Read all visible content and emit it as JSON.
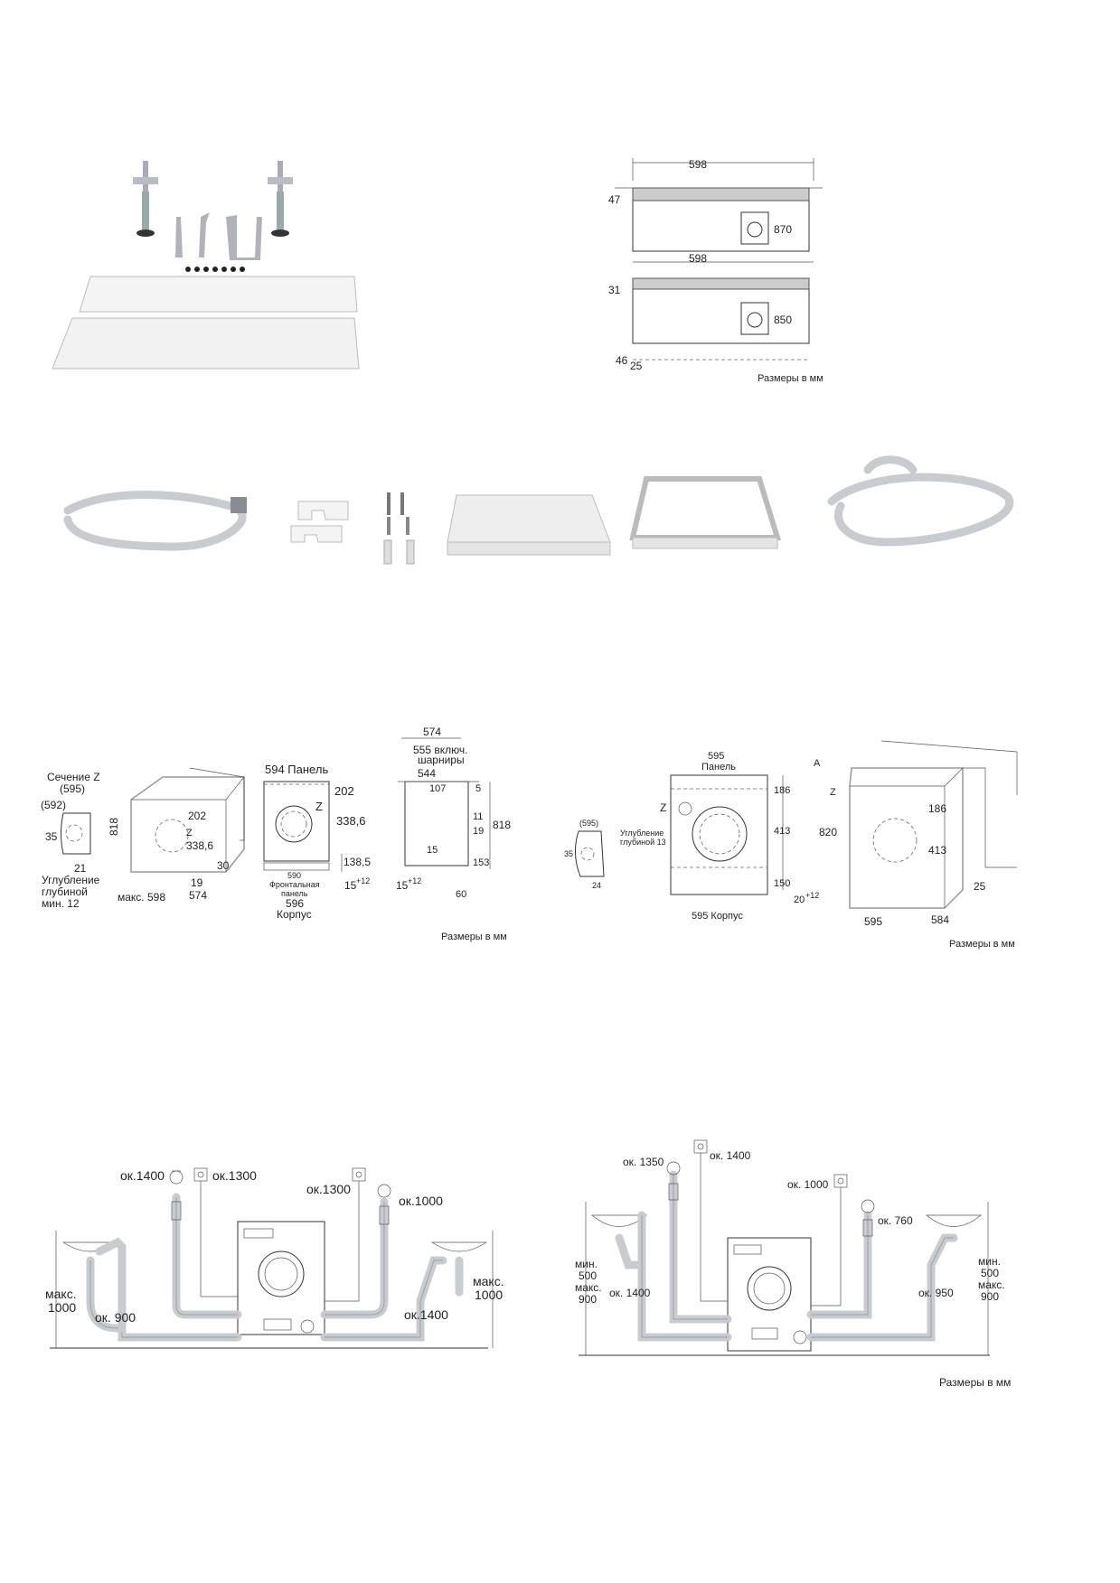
{
  "top_right": {
    "d598a": "598",
    "d47": "47",
    "d870": "870",
    "d598b": "598",
    "d31": "31",
    "d850": "850",
    "d46": "46",
    "d25": "25",
    "units": "Размеры в мм"
  },
  "left_dims": {
    "section_z": "Сечение Z",
    "d595": "(595)",
    "d592": "(592)",
    "d35": "35",
    "d21": "21",
    "recess1": "Углубление",
    "recess2": "глубиной",
    "recess3": "мин. 12",
    "d818a": "818",
    "d202a": "202",
    "z1": "Z",
    "d3386a": "338,6",
    "max598": "макс. 598",
    "d19": "19",
    "d574b": "574",
    "d30": "30",
    "panel594": "594 Панель",
    "d202b": "202",
    "z2": "Z",
    "d3386b": "338,6",
    "d1385": "138,5",
    "d590": "590",
    "front1": "Фронтальная",
    "front2": "панель",
    "d596": "596",
    "body": "Корпус",
    "d15a": "15",
    "plus12a": "+12",
    "d15b": "15",
    "plus12b": "+12",
    "d574": "574",
    "d555a": "555 включ.",
    "d555b": "шарниры",
    "d544": "544",
    "d107": "107",
    "d5": "5",
    "d11": "11",
    "d19b": "19",
    "d818b": "818",
    "d15c": "15",
    "d153": "153",
    "d60": "60",
    "units": "Размеры в мм"
  },
  "right_dims": {
    "d595p": "595",
    "panel": "Панель",
    "d186a": "186",
    "d413a": "413",
    "d150": "150",
    "d20": "20",
    "plus12": "+12",
    "d595k": "595 Корпус",
    "zl": "Z",
    "d595s": "(595)",
    "recess1": "Углубление",
    "recess2": "глубиной 13",
    "d35": "35",
    "d24": "24",
    "a": "A",
    "z": "Z",
    "d820": "820",
    "d186b": "186",
    "d413b": "413",
    "d25": "25",
    "d595b": "595",
    "d584": "584",
    "units": "Размеры в мм"
  },
  "plumb_left": {
    "ok1400a": "ок.1400",
    "ok1300a": "ок.1300",
    "ok1300b": "ок.1300",
    "ok1000": "ок.1000",
    "maxl1": "макс.",
    "maxl2": "1000",
    "maxr1": "макс.",
    "maxr2": "1000",
    "ok900": "ок. 900",
    "ok1400b": "ок.1400"
  },
  "plumb_right": {
    "ok1350": "ок. 1350",
    "ok1400a": "ок. 1400",
    "ok1000": "ок. 1000",
    "ok760": "ок. 760",
    "minl1": "мин.",
    "minl2": "500",
    "minl3": "макс.",
    "minl4": "900",
    "ok1400b": "ок. 1400",
    "ok950": "ок. 950",
    "minr1": "мин.",
    "minr2": "500",
    "minr3": "макс.",
    "minr4": "900",
    "units": "Размеры в мм"
  }
}
